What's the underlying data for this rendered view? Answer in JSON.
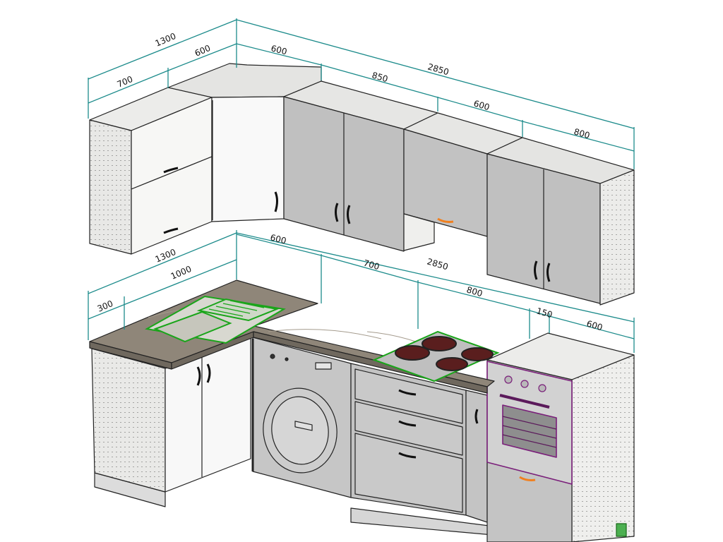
{
  "upper_dimensions": {
    "left_total": "1300",
    "left_front": "700",
    "corner_upper": "600",
    "top_first": "600",
    "top_second": "850",
    "top_total": "2850",
    "top_third": "600",
    "top_fourth": "800"
  },
  "lower_dimensions": {
    "left_total": "1300",
    "left_part": "1000",
    "left_small": "300",
    "top_first": "600",
    "top_second": "700",
    "top_total": "2850",
    "top_third": "800",
    "top_fourth": "150",
    "top_fifth": "600"
  },
  "colors": {
    "dimension": "#1c8b8b",
    "carcass": "#f4f4f2",
    "door_grey": "#b8b8b8",
    "door_white": "#f6f6f6",
    "countertop": "#8f8679",
    "fixture_green": "#1aa51a",
    "oven_outline": "#7a1f7a",
    "handle_orange": "#f08020"
  }
}
